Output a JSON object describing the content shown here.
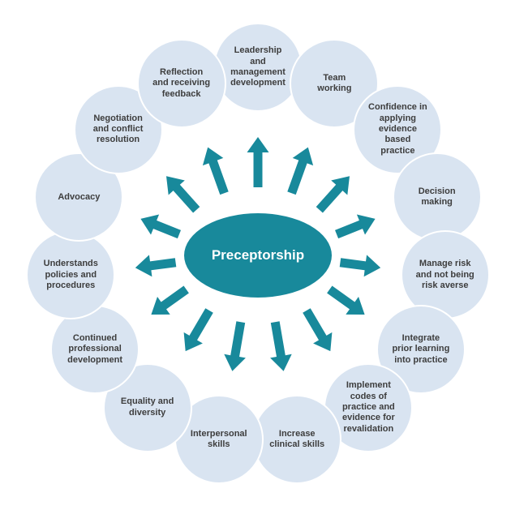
{
  "diagram": {
    "center_label": "Preceptorship",
    "nodes": [
      {
        "label": "Leadership\nand\nmanagement\ndevelopment"
      },
      {
        "label": "Team\nworking"
      },
      {
        "label": "Confidence in\napplying\nevidence\nbased\npractice"
      },
      {
        "label": "Decision\nmaking"
      },
      {
        "label": "Manage risk\nand not being\nrisk averse"
      },
      {
        "label": "Integrate\nprior learning\ninto practice"
      },
      {
        "label": "Implement\ncodes of\npractice and\nevidence for\nrevalidation"
      },
      {
        "label": "Increase\nclinical skills"
      },
      {
        "label": "Interpersonal\nskills"
      },
      {
        "label": "Equality and\ndiversity"
      },
      {
        "label": "Continued\nprofessional\ndevelopment"
      },
      {
        "label": "Understands\npolicies and\nprocedures"
      },
      {
        "label": "Advocacy"
      },
      {
        "label": "Negotiation\nand conflict\nresolution"
      },
      {
        "label": "Reflection\nand receiving\nfeedback"
      }
    ],
    "colors": {
      "node_fill": "#d9e4f1",
      "accent": "#18899b",
      "node_text": "#3d3d3d",
      "center_text": "#ffffff",
      "background": "#ffffff"
    }
  }
}
